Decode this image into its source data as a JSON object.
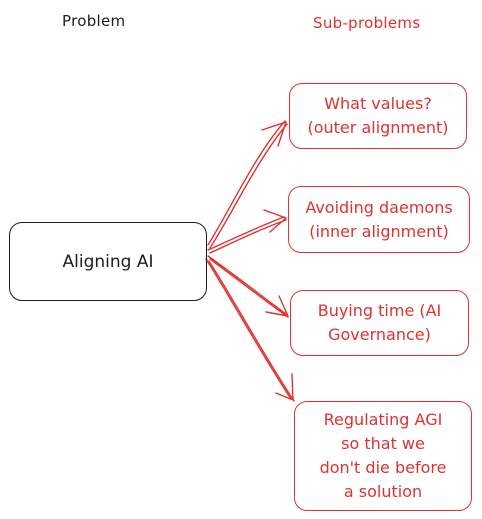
{
  "diagram": {
    "header_problem": "Problem",
    "header_subproblems": "Sub-problems",
    "root": {
      "label": "Aligning AI"
    },
    "subproblems": [
      {
        "label": "What values?\n(outer alignment)"
      },
      {
        "label": "Avoiding daemons\n(inner alignment)"
      },
      {
        "label": "Buying time (AI\nGovernance)"
      },
      {
        "label": "Regulating AGI\nso that we\ndon't die before\na solution"
      }
    ],
    "edges": [
      {
        "from": "root",
        "to": "subproblems.0"
      },
      {
        "from": "root",
        "to": "subproblems.1"
      },
      {
        "from": "root",
        "to": "subproblems.2"
      },
      {
        "from": "root",
        "to": "subproblems.3"
      }
    ]
  },
  "colors": {
    "problem": "#1e1e1e",
    "subproblem": "#e03131",
    "background": "#ffffff"
  }
}
